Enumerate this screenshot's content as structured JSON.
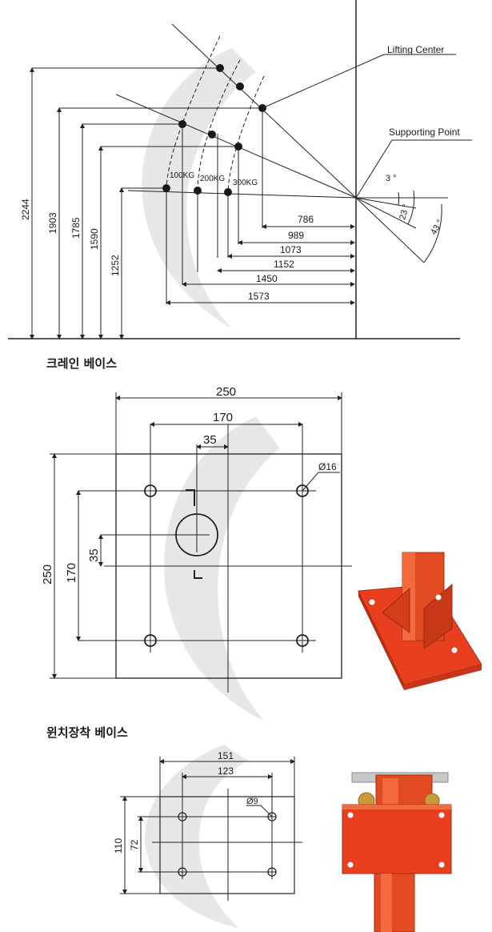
{
  "top_diagram": {
    "lifting_center_label": "Lifting Center",
    "supporting_point_label": "Supporting Point",
    "heights": [
      "2244",
      "1903",
      "1785",
      "1590",
      "1252"
    ],
    "distances": [
      "786",
      "989",
      "1073",
      "1152",
      "1450",
      "1573"
    ],
    "loads": [
      "100KG",
      "200KG",
      "300KG"
    ],
    "angles": [
      "3 °",
      "23 °",
      "43 °"
    ]
  },
  "crane_base": {
    "heading": "크레인 베이스",
    "dims": {
      "width": "250",
      "hole_span_h": "170",
      "center_offset_h": "35",
      "height": "250",
      "hole_span_v": "170",
      "center_offset_v": "35",
      "hole_dia": "Ø16"
    },
    "colors": {
      "paint": "#e8401e",
      "line": "#222222"
    }
  },
  "winch_base": {
    "heading": "윈치장착 베이스",
    "dims": {
      "width": "151",
      "hole_span_h": "123",
      "height": "110",
      "hole_span_v": "72",
      "hole_dia": "Ø9"
    }
  }
}
